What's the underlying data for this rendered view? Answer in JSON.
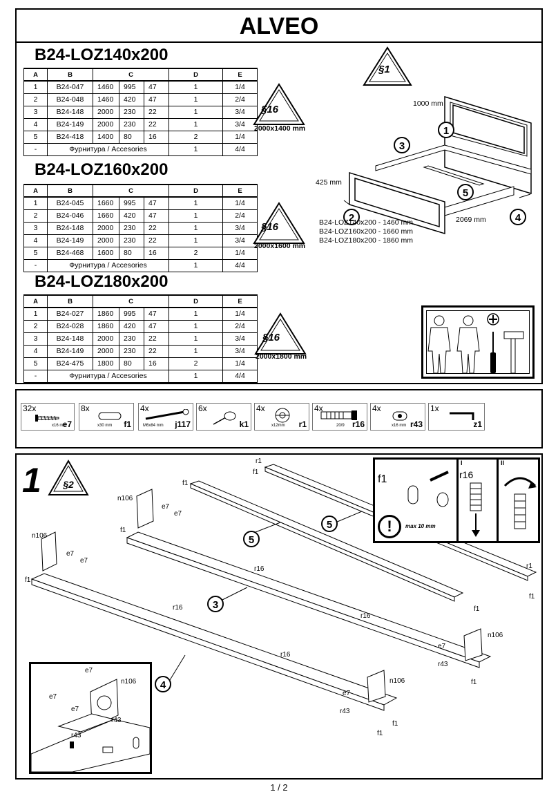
{
  "brand": "ALVEO",
  "table_headers": [
    "A",
    "B",
    "C",
    "D",
    "E"
  ],
  "models": [
    {
      "name": "B24-LOZ140x200",
      "rows": [
        [
          "1",
          "B24-047",
          "1460",
          "995",
          "47",
          "1",
          "1/4"
        ],
        [
          "2",
          "B24-048",
          "1460",
          "420",
          "47",
          "1",
          "2/4"
        ],
        [
          "3",
          "B24-148",
          "2000",
          "230",
          "22",
          "1",
          "3/4"
        ],
        [
          "4",
          "B24-149",
          "2000",
          "230",
          "22",
          "1",
          "3/4"
        ],
        [
          "5",
          "B24-418",
          "1400",
          "80",
          "16",
          "2",
          "1/4"
        ]
      ],
      "acc_row": [
        "-",
        "Фурнитура / Accesories",
        "1",
        "4/4"
      ],
      "section": "§16",
      "size": "2000x1400 mm"
    },
    {
      "name": "B24-LOZ160x200",
      "rows": [
        [
          "1",
          "B24-045",
          "1660",
          "995",
          "47",
          "1",
          "1/4"
        ],
        [
          "2",
          "B24-046",
          "1660",
          "420",
          "47",
          "1",
          "2/4"
        ],
        [
          "3",
          "B24-148",
          "2000",
          "230",
          "22",
          "1",
          "3/4"
        ],
        [
          "4",
          "B24-149",
          "2000",
          "230",
          "22",
          "1",
          "3/4"
        ],
        [
          "5",
          "B24-468",
          "1600",
          "80",
          "16",
          "2",
          "1/4"
        ]
      ],
      "acc_row": [
        "-",
        "Фурнитура / Accesories",
        "1",
        "4/4"
      ],
      "section": "§16",
      "size": "2000x1600 mm"
    },
    {
      "name": "B24-LOZ180x200",
      "rows": [
        [
          "1",
          "B24-027",
          "1860",
          "995",
          "47",
          "1",
          "1/4"
        ],
        [
          "2",
          "B24-028",
          "1860",
          "420",
          "47",
          "1",
          "2/4"
        ],
        [
          "3",
          "B24-148",
          "2000",
          "230",
          "22",
          "1",
          "3/4"
        ],
        [
          "4",
          "B24-149",
          "2000",
          "230",
          "22",
          "1",
          "3/4"
        ],
        [
          "5",
          "B24-475",
          "1800",
          "80",
          "16",
          "2",
          "1/4"
        ]
      ],
      "acc_row": [
        "-",
        "Фурнитура / Accesories",
        "1",
        "4/4"
      ],
      "section": "§16",
      "size": "2000x1800 mm"
    }
  ],
  "overview": {
    "section": "§1",
    "dim_head": "1000 mm",
    "dim_foot": "425 mm",
    "dim_length": "2069 mm",
    "widths": [
      "B24-LOZ140x200 - 1460 mm",
      "B24-LOZ160x200 - 1660 mm",
      "B24-LOZ180x200 - 1860 mm"
    ],
    "callouts": [
      "1",
      "2",
      "3",
      "4",
      "5"
    ]
  },
  "hardware": [
    {
      "qty": "32x",
      "code": "e7",
      "size": "x16 mm"
    },
    {
      "qty": "8x",
      "code": "f1",
      "size": "x30 mm"
    },
    {
      "qty": "4x",
      "code": "j117",
      "size": "M6x84 mm"
    },
    {
      "qty": "6x",
      "code": "k1",
      "size": ""
    },
    {
      "qty": "4x",
      "code": "r1",
      "size": "x12mm"
    },
    {
      "qty": "4x",
      "code": "r16",
      "size": "20/9"
    },
    {
      "qty": "4x",
      "code": "r43",
      "size": "x16 mm"
    },
    {
      "qty": "1x",
      "code": "z1",
      "size": ""
    }
  ],
  "step": {
    "number": "1",
    "section": "§2",
    "labels": {
      "f1": "f1",
      "r1": "r1",
      "r16": "r16",
      "r43": "r43",
      "e7": "e7",
      "n106": "n106",
      "c3": "3",
      "c4": "4",
      "c5": "5",
      "detail_f1": "f1",
      "detail_r16": "r16",
      "detail_I": "I",
      "detail_II": "II",
      "detail_max": "max 10 mm",
      "detail_warn": "!"
    }
  },
  "page": "1 / 2"
}
